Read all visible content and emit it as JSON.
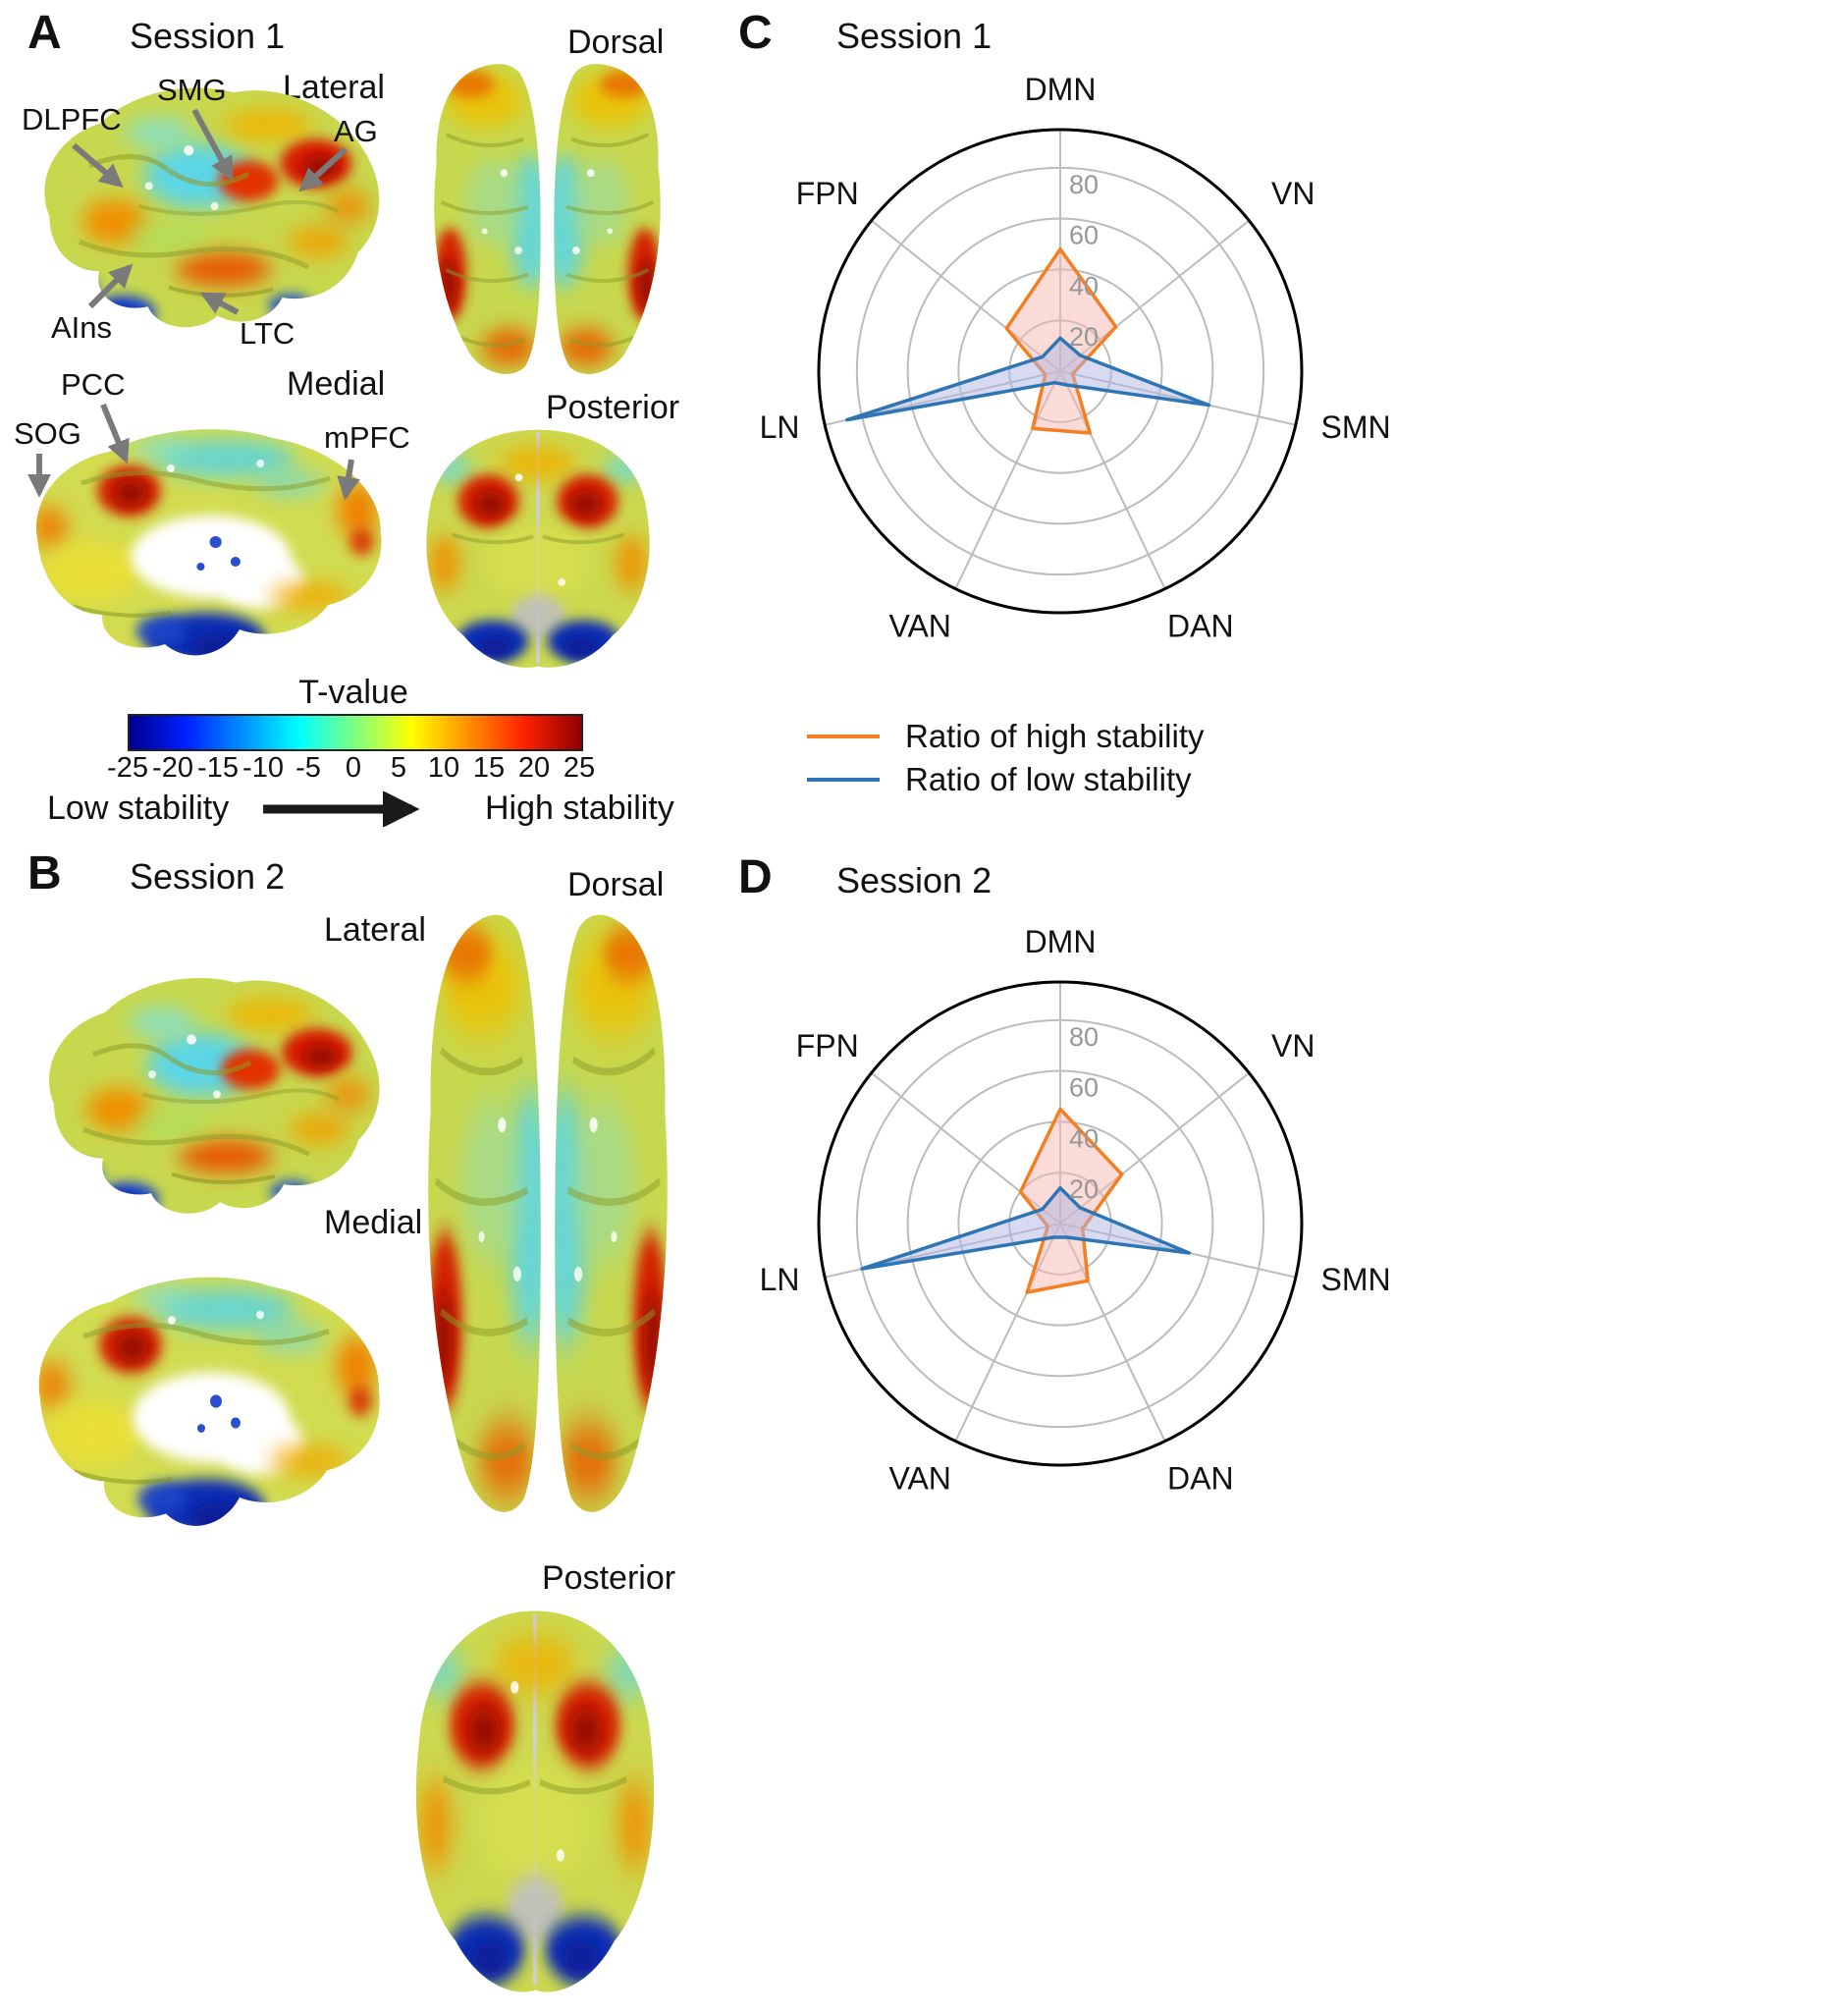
{
  "panels": {
    "A": {
      "letter": "A",
      "title": "Session 1",
      "views": {
        "lateral": "Lateral",
        "medial": "Medial",
        "dorsal": "Dorsal",
        "posterior": "Posterior"
      },
      "annotations": {
        "dlpfc": "DLPFC",
        "smg": "SMG",
        "ag": "AG",
        "ains": "AIns",
        "ltc": "LTC",
        "pcc": "PCC",
        "sog": "SOG",
        "mpfc": "mPFC"
      }
    },
    "B": {
      "letter": "B",
      "title": "Session 2",
      "views": {
        "lateral": "Lateral",
        "medial": "Medial",
        "dorsal": "Dorsal",
        "posterior": "Posterior"
      }
    },
    "C": {
      "letter": "C",
      "title": "Session 1"
    },
    "D": {
      "letter": "D",
      "title": "Session 2"
    }
  },
  "colorbar": {
    "title": "T-value",
    "ticks": [
      "-25",
      "-20",
      "-15",
      "-10",
      "-5",
      "0",
      "5",
      "10",
      "15",
      "20",
      "25"
    ],
    "low_label": "Low stability",
    "high_label": "High stability"
  },
  "legend": [
    {
      "label": "Ratio of high stability",
      "color": "#F57E20"
    },
    {
      "label": "Ratio of low stability",
      "color": "#2E75B5"
    }
  ],
  "chart_data": [
    {
      "type": "radar",
      "panel": "C",
      "title": "Session 1",
      "categories": [
        "DMN",
        "VN",
        "SMN",
        "DAN",
        "VAN",
        "LN",
        "FPN"
      ],
      "rings": [
        20,
        40,
        60,
        80
      ],
      "rmax": 95,
      "grid": true,
      "series": [
        {
          "name": "Ratio of high stability",
          "color": "#F57E20",
          "fill": "rgba(247,183,175,0.5)",
          "values": [
            48,
            28,
            5,
            27,
            25,
            6,
            27
          ]
        },
        {
          "name": "Ratio of low stability",
          "color": "#2E75B5",
          "fill": "rgba(176,181,227,0.5)",
          "values": [
            13,
            10,
            60,
            6,
            5,
            86,
            9
          ]
        }
      ]
    },
    {
      "type": "radar",
      "panel": "D",
      "title": "Session 2",
      "categories": [
        "DMN",
        "VN",
        "SMN",
        "DAN",
        "VAN",
        "LN",
        "FPN"
      ],
      "rings": [
        20,
        40,
        60,
        80
      ],
      "rmax": 95,
      "grid": true,
      "series": [
        {
          "name": "Ratio of high stability",
          "color": "#F57E20",
          "fill": "rgba(247,183,175,0.5)",
          "values": [
            45,
            31,
            9,
            25,
            30,
            5,
            20
          ]
        },
        {
          "name": "Ratio of low stability",
          "color": "#2E75B5",
          "fill": "rgba(176,181,227,0.5)",
          "values": [
            14,
            10,
            52,
            6,
            6,
            80,
            9
          ]
        }
      ]
    }
  ]
}
